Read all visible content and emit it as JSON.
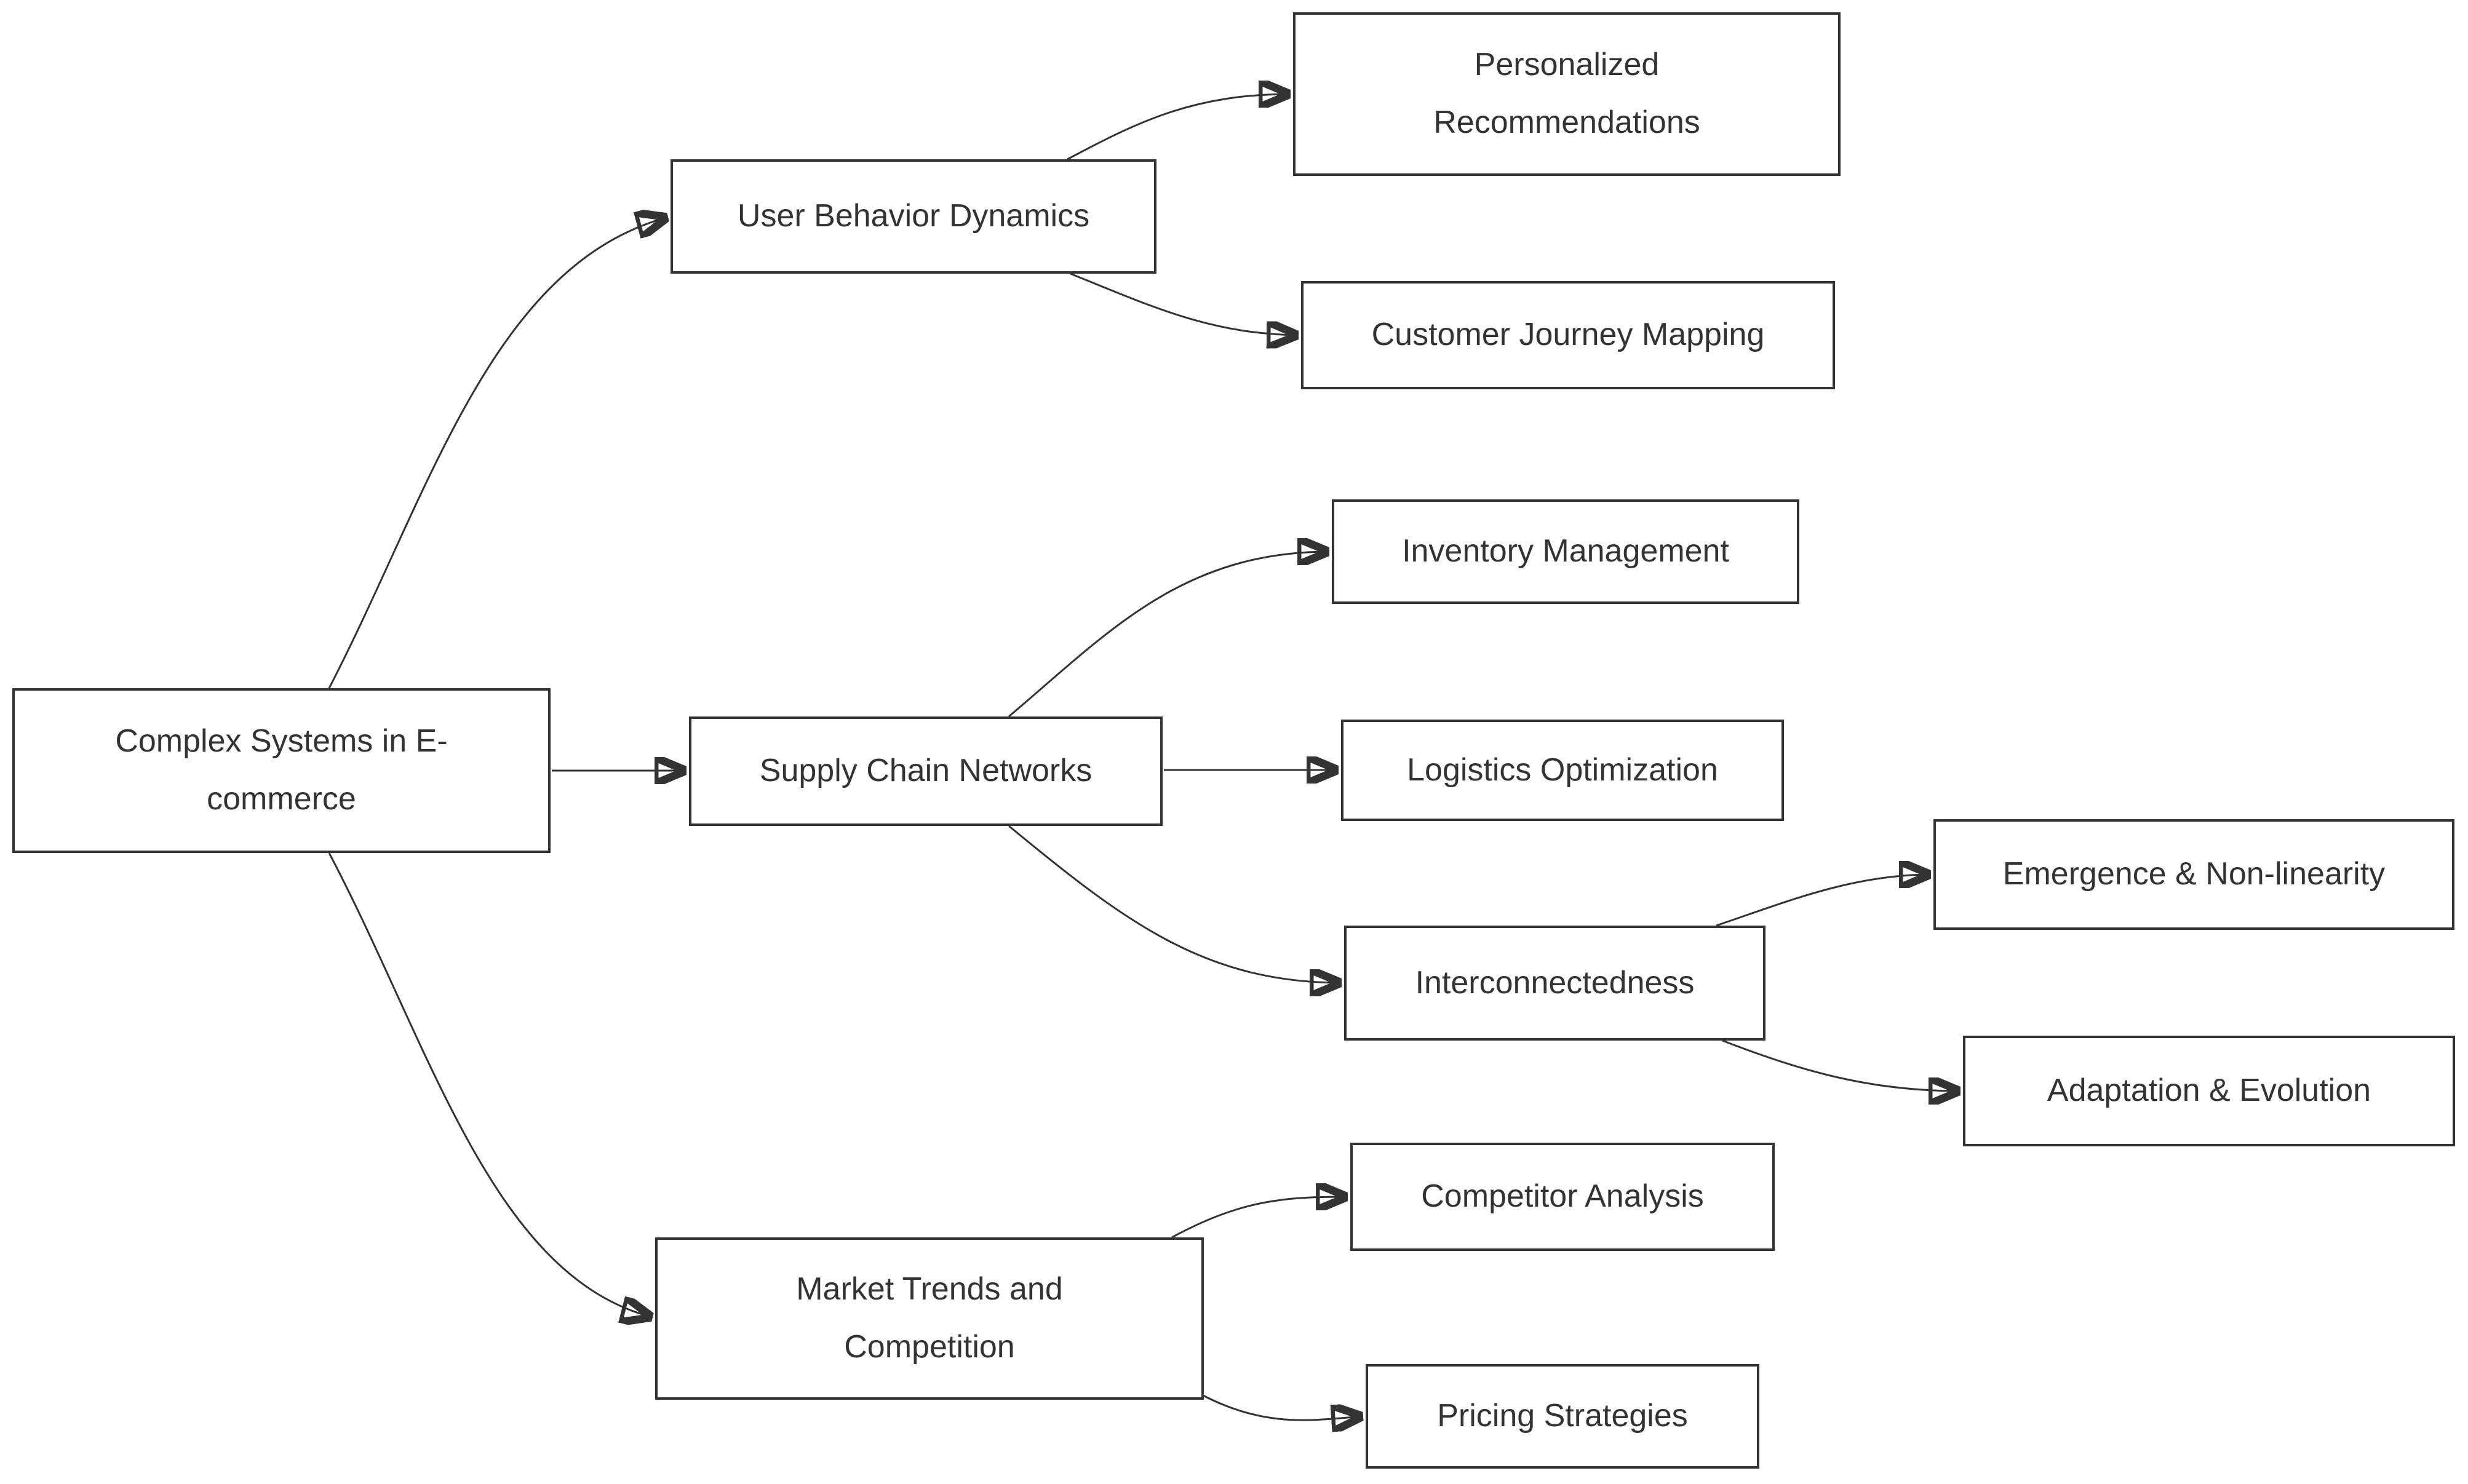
{
  "diagram": {
    "type": "flowchart",
    "direction": "left-to-right",
    "background_color": "#ffffff",
    "node_fill_color": "#ffffff",
    "node_border_color": "#333333",
    "edge_color": "#333333",
    "text_color": "#333333",
    "arrow_style": "filled-triangle",
    "nodes": [
      {
        "id": "root",
        "label": "Complex Systems in E-commerce",
        "lines": [
          "Complex Systems in E-",
          "commerce"
        ]
      },
      {
        "id": "ubd",
        "label": "User Behavior Dynamics"
      },
      {
        "id": "pr",
        "label": "Personalized Recommendations",
        "lines": [
          "Personalized",
          "Recommendations"
        ]
      },
      {
        "id": "cjm",
        "label": "Customer Journey Mapping"
      },
      {
        "id": "scn",
        "label": "Supply Chain Networks"
      },
      {
        "id": "im",
        "label": "Inventory Management"
      },
      {
        "id": "lo",
        "label": "Logistics Optimization"
      },
      {
        "id": "ic",
        "label": "Interconnectedness"
      },
      {
        "id": "enl",
        "label": "Emergence & Non-linearity"
      },
      {
        "id": "ae",
        "label": "Adaptation & Evolution"
      },
      {
        "id": "mtc",
        "label": "Market Trends and Competition",
        "lines": [
          "Market Trends and",
          "Competition"
        ]
      },
      {
        "id": "ca",
        "label": "Competitor Analysis"
      },
      {
        "id": "ps",
        "label": "Pricing Strategies"
      }
    ],
    "edges": [
      {
        "from": "root",
        "to": "ubd"
      },
      {
        "from": "root",
        "to": "scn"
      },
      {
        "from": "root",
        "to": "mtc"
      },
      {
        "from": "ubd",
        "to": "pr"
      },
      {
        "from": "ubd",
        "to": "cjm"
      },
      {
        "from": "scn",
        "to": "im"
      },
      {
        "from": "scn",
        "to": "lo"
      },
      {
        "from": "scn",
        "to": "ic"
      },
      {
        "from": "ic",
        "to": "enl"
      },
      {
        "from": "ic",
        "to": "ae"
      },
      {
        "from": "mtc",
        "to": "ca"
      },
      {
        "from": "mtc",
        "to": "ps"
      }
    ]
  }
}
